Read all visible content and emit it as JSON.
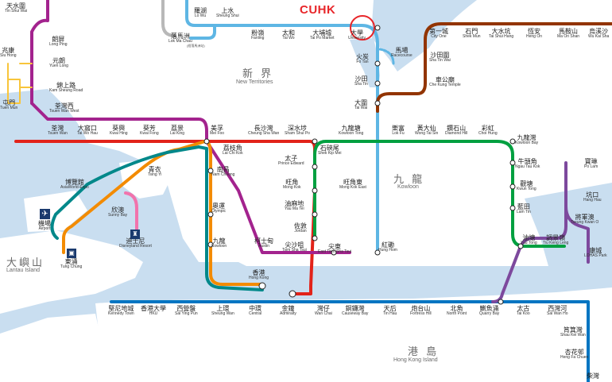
{
  "colors": {
    "sea": "#c9def0",
    "land": "#ffffff",
    "east_rail": "#5eb6e4",
    "tsuen_wan": "#e2231a",
    "kwun_tong": "#00a040",
    "island": "#0075c2",
    "tung_chung": "#f38b00",
    "airport_express": "#00888a",
    "disneyland": "#f173ac",
    "west_rail": "#a3238e",
    "ma_on_shan": "#923400",
    "tseung_kwan_o": "#7d499d",
    "highlight": "#e8262a"
  },
  "annotation": {
    "label": "CUHK"
  },
  "regions": {
    "new_territories": {
      "zh": "新 界",
      "en": "New Territories"
    },
    "kowloon": {
      "zh": "九 龍",
      "en": "Kowloon"
    },
    "lantau": {
      "zh": "大嶼山",
      "en": "Lantau Island"
    },
    "hk_island": {
      "zh": "港 島",
      "en": "Hong Kong Island"
    }
  },
  "lok_ma_chau_note": "(經落馬洲站)",
  "stations": {
    "lo_wu": {
      "zh": "羅湖",
      "en": "Lo Wu"
    },
    "sheung_shui": {
      "zh": "上水",
      "en": "Sheung Shui"
    },
    "lok_ma_chau": {
      "zh": "落馬洲",
      "en": "Lok Ma Chau"
    },
    "fanling": {
      "zh": "粉嶺",
      "en": "Fanling"
    },
    "tai_wo": {
      "zh": "太和",
      "en": "Tai Wo"
    },
    "tai_po_market": {
      "zh": "大埔墟",
      "en": "Tai Po Market"
    },
    "university": {
      "zh": "大學",
      "en": "University"
    },
    "fo_tan": {
      "zh": "火炭",
      "en": "Fo Tan"
    },
    "racecourse": {
      "zh": "馬場",
      "en": "Racecourse"
    },
    "sha_tin": {
      "zh": "沙田",
      "en": "Sha Tin"
    },
    "tai_wai": {
      "zh": "大圍",
      "en": "Tai Wai"
    },
    "city_one": {
      "zh": "第一城",
      "en": "City One"
    },
    "shek_mun": {
      "zh": "石門",
      "en": "Shek Mun"
    },
    "tai_shui_hang": {
      "zh": "大水坑",
      "en": "Tai Shui Hang"
    },
    "heng_on": {
      "zh": "恆安",
      "en": "Heng On"
    },
    "ma_on_shan": {
      "zh": "馬鞍山",
      "en": "Ma On Shan"
    },
    "wu_kai_sha": {
      "zh": "烏溪沙",
      "en": "Wu Kai Sha"
    },
    "sha_tin_wai": {
      "zh": "沙田圍",
      "en": "Sha Tin Wai"
    },
    "che_kung_temple": {
      "zh": "車公廟",
      "en": "Che Kung Temple"
    },
    "tin_shui_wai": {
      "zh": "天水圍",
      "en": "Tin Shui Wai"
    },
    "siu_hong": {
      "zh": "兆康",
      "en": "Siu Hong"
    },
    "tuen_mun": {
      "zh": "屯門",
      "en": "Tuen Mun"
    },
    "long_ping": {
      "zh": "朗屏",
      "en": "Long Ping"
    },
    "yuen_long": {
      "zh": "元朗",
      "en": "Yuen Long"
    },
    "kam_sheung_road": {
      "zh": "錦上路",
      "en": "Kam Sheung Road"
    },
    "tsuen_wan_west": {
      "zh": "荃灣西",
      "en": "Tsuen Wan West"
    },
    "tsuen_wan": {
      "zh": "荃灣",
      "en": "Tsuen Wan"
    },
    "tai_wo_hau": {
      "zh": "大窩口",
      "en": "Tai Wo Hau"
    },
    "kwai_hing": {
      "zh": "葵興",
      "en": "Kwai Hing"
    },
    "kwai_fong": {
      "zh": "葵芳",
      "en": "Kwai Fong"
    },
    "lai_king": {
      "zh": "荔景",
      "en": "Lai King"
    },
    "mei_foo": {
      "zh": "美孚",
      "en": "Mei Foo"
    },
    "lai_chi_kok": {
      "zh": "荔枝角",
      "en": "Lai Chi Kok"
    },
    "cheung_sha_wan": {
      "zh": "長沙灣",
      "en": "Cheung Sha Wan"
    },
    "sham_shui_po": {
      "zh": "深水埗",
      "en": "Sham Shui Po"
    },
    "prince_edward": {
      "zh": "太子",
      "en": "Prince Edward"
    },
    "kowloon_tong": {
      "zh": "九龍塘",
      "en": "Kowloon Tong"
    },
    "shek_kip_mei": {
      "zh": "石硤尾",
      "en": "Shek Kip Mei"
    },
    "lok_fu": {
      "zh": "樂富",
      "en": "Lok Fu"
    },
    "wong_tai_sin": {
      "zh": "黃大仙",
      "en": "Wong Tai Sin"
    },
    "diamond_hill": {
      "zh": "鑽石山",
      "en": "Diamond Hill"
    },
    "choi_hung": {
      "zh": "彩虹",
      "en": "Choi Hung"
    },
    "kowloon_bay": {
      "zh": "九龍灣",
      "en": "Kowloon Bay"
    },
    "ngau_tau_kok": {
      "zh": "牛頭角",
      "en": "Ngau Tau Kok"
    },
    "kwun_tong": {
      "zh": "觀塘",
      "en": "Kwun Tong"
    },
    "lam_tin": {
      "zh": "藍田",
      "en": "Lam Tin"
    },
    "po_lam": {
      "zh": "寶琳",
      "en": "Po Lam"
    },
    "hang_hau": {
      "zh": "坑口",
      "en": "Hang Hau"
    },
    "tseung_kwan_o": {
      "zh": "將軍澳",
      "en": "Tseung Kwan O"
    },
    "lohas_park": {
      "zh": "康城",
      "en": "LOHAS Park"
    },
    "yau_tong": {
      "zh": "油塘",
      "en": "Yau Tong"
    },
    "tiu_keng_leng": {
      "zh": "調景嶺",
      "en": "Tiu Keng Leng"
    },
    "mong_kok": {
      "zh": "旺角",
      "en": "Mong Kok"
    },
    "mong_kok_east": {
      "zh": "旺角東",
      "en": "Mong Kok East"
    },
    "yau_ma_tei": {
      "zh": "油麻地",
      "en": "Yau Ma Tei"
    },
    "jordan": {
      "zh": "佐敦",
      "en": "Jordan"
    },
    "tsim_sha_tsui": {
      "zh": "尖沙咀",
      "en": "Tsim Sha Tsui"
    },
    "east_tsim_sha_tsui": {
      "zh": "尖東",
      "en": "East Tsim Sha Tsui"
    },
    "hung_hom": {
      "zh": "紅磡",
      "en": "Hung Hom"
    },
    "austin": {
      "zh": "柯士甸",
      "en": "Austin"
    },
    "nam_cheong": {
      "zh": "南昌",
      "en": "Nam Cheong"
    },
    "olympic": {
      "zh": "奧運",
      "en": "Olympic"
    },
    "kowloon": {
      "zh": "九龍",
      "en": "Kowloon"
    },
    "hong_kong": {
      "zh": "香港",
      "en": "Hong Kong"
    },
    "tsing_yi": {
      "zh": "青衣",
      "en": "Tsing Yi"
    },
    "asiaworld_expo": {
      "zh": "博覽館",
      "en": "AsiaWorld-Expo"
    },
    "airport": {
      "zh": "機場",
      "en": "Airport"
    },
    "sunny_bay": {
      "zh": "欣澳",
      "en": "Sunny Bay"
    },
    "disneyland_resort": {
      "zh": "迪士尼",
      "en": "Disneyland Resort"
    },
    "tung_chung": {
      "zh": "東涌",
      "en": "Tung Chung"
    },
    "kennedy_town": {
      "zh": "堅尼地城",
      "en": "Kennedy Town"
    },
    "hku": {
      "zh": "香港大學",
      "en": "HKU"
    },
    "sai_ying_pun": {
      "zh": "西營盤",
      "en": "Sai Ying Pun"
    },
    "sheung_wan": {
      "zh": "上環",
      "en": "Sheung Wan"
    },
    "central": {
      "zh": "中環",
      "en": "Central"
    },
    "admiralty": {
      "zh": "金鐘",
      "en": "Admiralty"
    },
    "wan_chai": {
      "zh": "灣仔",
      "en": "Wan Chai"
    },
    "causeway_bay": {
      "zh": "銅鑼灣",
      "en": "Causeway Bay"
    },
    "tin_hau": {
      "zh": "天后",
      "en": "Tin Hau"
    },
    "fortress_hill": {
      "zh": "炮台山",
      "en": "Fortress Hill"
    },
    "north_point": {
      "zh": "北角",
      "en": "North Point"
    },
    "quarry_bay": {
      "zh": "鰂魚涌",
      "en": "Quarry Bay"
    },
    "tai_koo": {
      "zh": "太古",
      "en": "Tai Koo"
    },
    "sai_wan_ho": {
      "zh": "西灣河",
      "en": "Sai Wan Ho"
    },
    "shau_kei_wan": {
      "zh": "筲箕灣",
      "en": "Shau Kei Wan"
    },
    "heng_fa_chuen": {
      "zh": "杏花邨",
      "en": "Heng Fa Chuen"
    },
    "chai_wan": {
      "zh": "柴灣",
      "en": ""
    }
  }
}
